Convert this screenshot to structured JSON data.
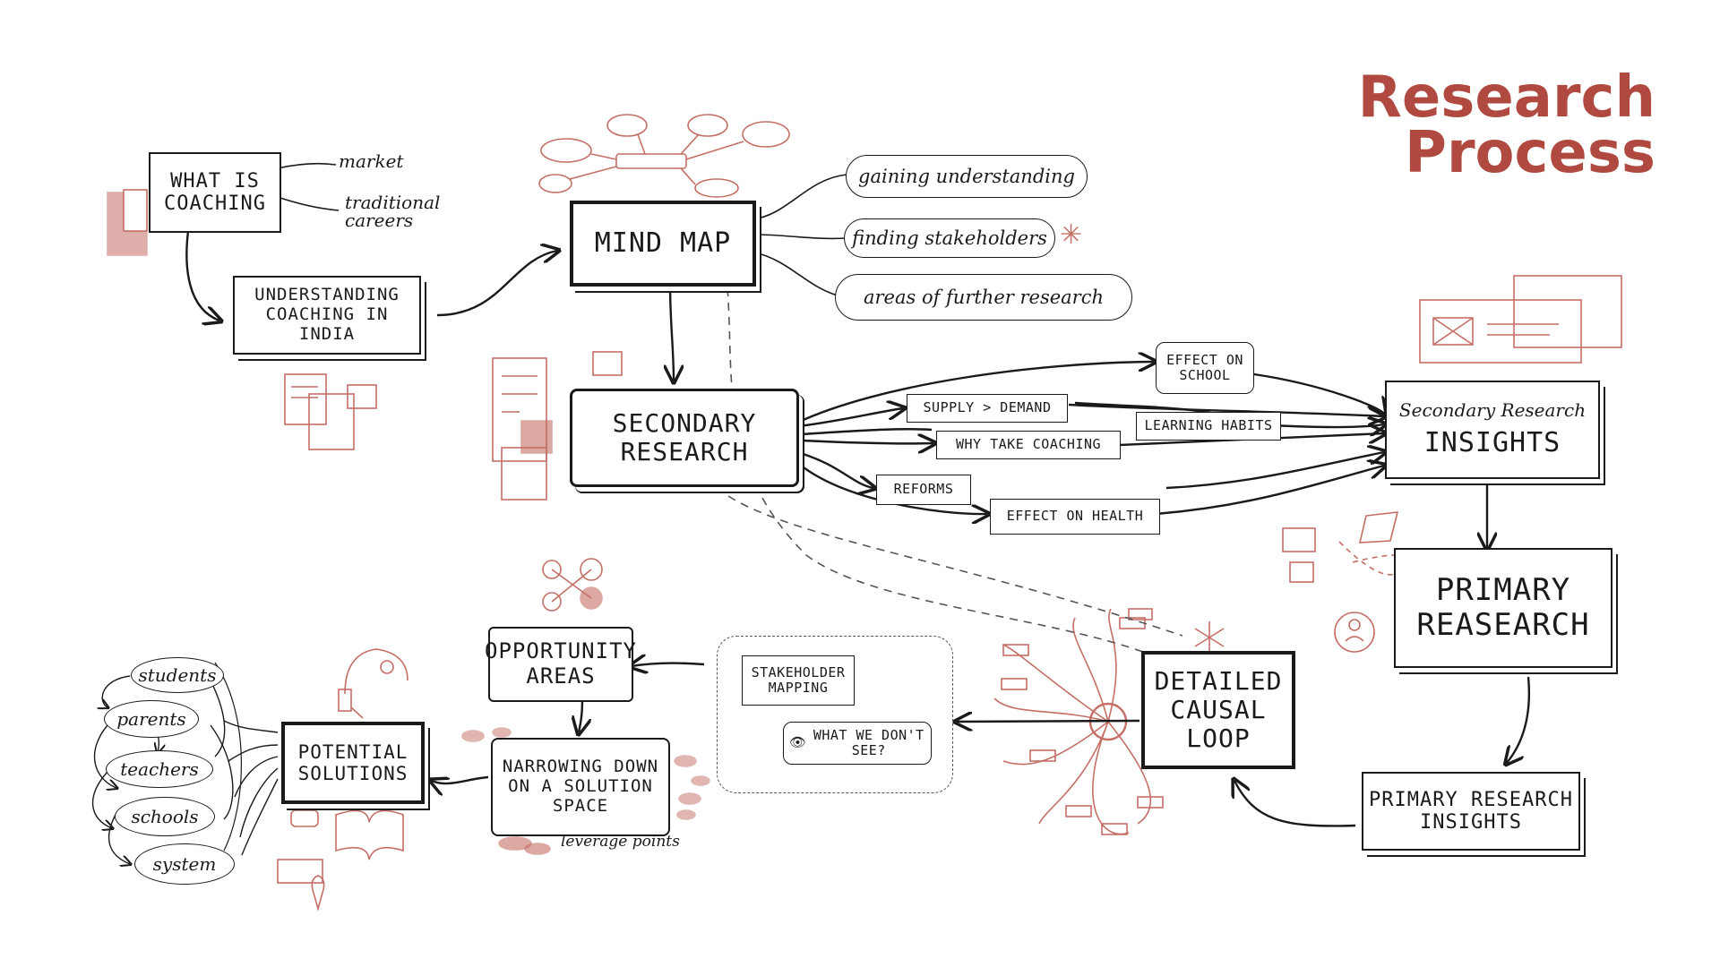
{
  "title": {
    "line1": "Research",
    "line2": "Process"
  },
  "colors": {
    "ink": "#1a1a1a",
    "accent": "#b04a40",
    "sketch": "#c46f66"
  },
  "nodes": {
    "what_is_coaching": "WHAT IS COACHING",
    "understanding": "UNDERSTANDING COACHING IN INDIA",
    "mind_map": "MIND MAP",
    "secondary_research": "SECONDARY RESEARCH",
    "secondary_insights_line1": "Secondary Research",
    "secondary_insights_line2": "INSIGHTS",
    "primary_research": "PRIMARY REASEARCH",
    "primary_insights": "PRIMARY RESEARCH INSIGHTS",
    "causal_loop": "DETAILED CAUSAL LOOP",
    "stakeholder_mapping": "STAKEHOLDER MAPPING",
    "what_we_dont_see": "WHAT WE DON'T SEE?",
    "opportunity_areas": "OPPORTUNITY AREAS",
    "narrowing": "NARROWING DOWN ON A SOLUTION SPACE",
    "potential_solutions": "POTENTIAL SOLUTIONS"
  },
  "coaching_notes": [
    "market",
    "traditional careers"
  ],
  "mind_map_branches": [
    "gaining understanding",
    "finding stakeholders",
    "areas of further research"
  ],
  "secondary_topics": [
    "EFFECT ON SCHOOL",
    "SUPPLY > DEMAND",
    "LEARNING HABITS",
    "WHY TAKE COACHING",
    "REFORMS",
    "EFFECT ON HEALTH"
  ],
  "leverage_note": "leverage points",
  "stakeholders": [
    "students",
    "parents",
    "teachers",
    "schools",
    "system"
  ],
  "icons": {
    "eye": "eye-icon"
  }
}
